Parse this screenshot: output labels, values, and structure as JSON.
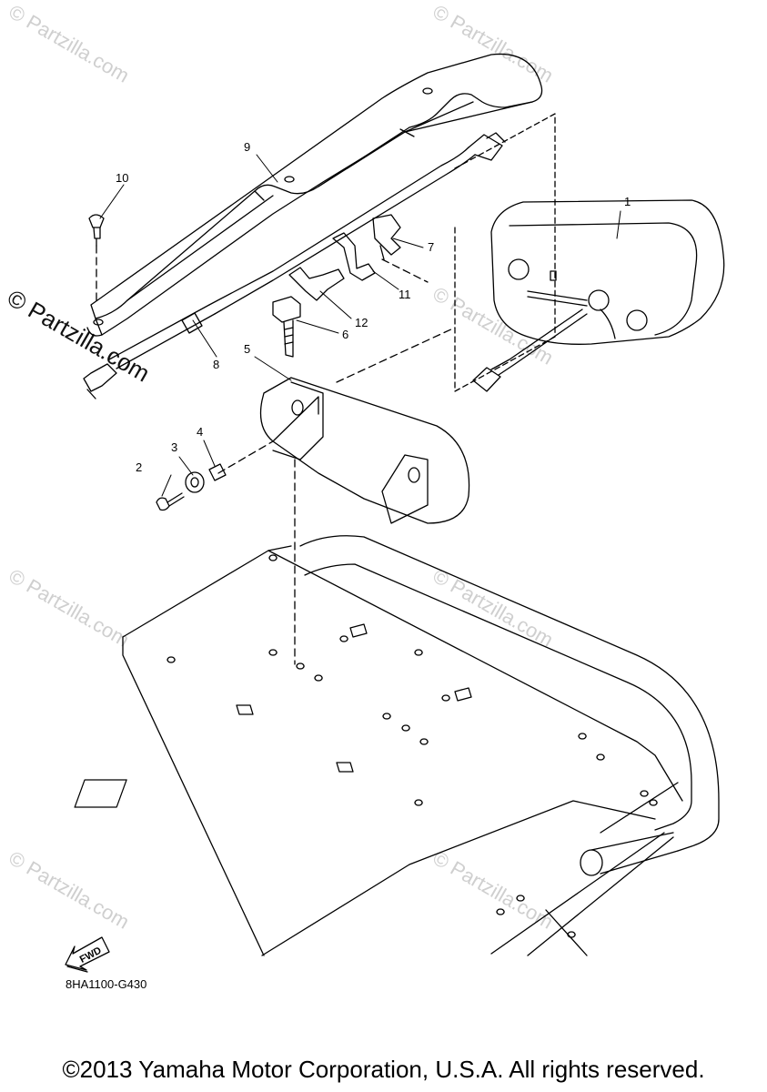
{
  "watermark": "© Partzilla.com",
  "callouts": {
    "p1": "1",
    "p2": "2",
    "p3": "3",
    "p4": "4",
    "p5": "5",
    "p6": "6",
    "p7": "7",
    "p8": "8",
    "p9": "9",
    "p10": "10",
    "p11": "11",
    "p12": "12"
  },
  "fwd_arrow": "FWD",
  "diagram_code": "8HA1100-G430",
  "copyright": "©2013 Yamaha Motor Corporation, U.S.A. All rights reserved."
}
